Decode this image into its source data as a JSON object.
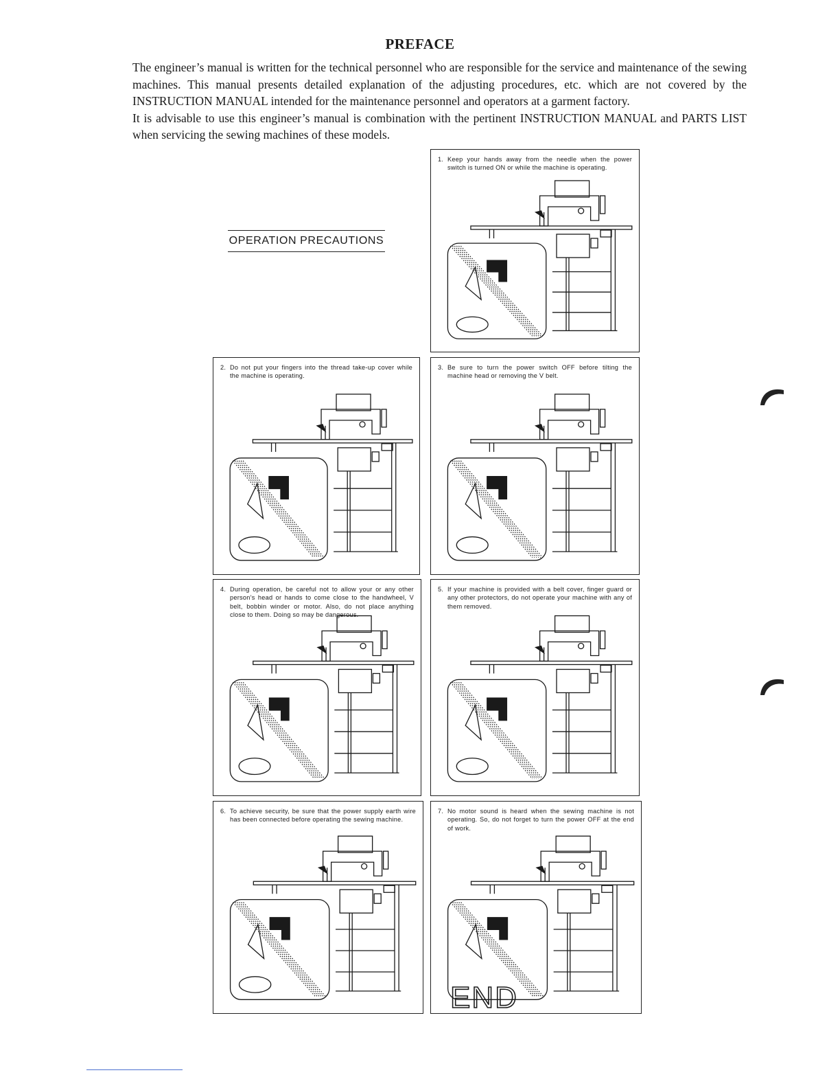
{
  "preface": {
    "title": "PREFACE",
    "paragraph_1": "The engineer’s manual is written for the technical personnel who are responsible for the service and maintenance of the sewing machines. This manual presents detailed explanation of the adjusting procedures, etc. which are not covered by the INSTRUCTION MANUAL intended for the maintenance personnel and operators at a garment factory.",
    "paragraph_2": "It is advisable to use this engineer’s manual is combination with the pertinent INSTRUCTION MANUAL and PARTS LIST when servicing the sewing machines of these models."
  },
  "section_heading": "OPERATION PRECAUTIONS",
  "precautions": [
    {
      "number": "1.",
      "text": "Keep your hands away from the needle when the power switch is turned ON or while the machine is operating."
    },
    {
      "number": "2.",
      "text": "Do not put your fingers into the thread take-up cover while the machine is operating."
    },
    {
      "number": "3.",
      "text": "Be sure to turn the power switch OFF before tilting the machine head or removing the V belt."
    },
    {
      "number": "4.",
      "text": "During operation, be careful not to allow your or any other person’s head or hands to come close to the handwheel, V belt, bobbin winder or motor. Also, do not place anything close to them. Doing so may be dangerous."
    },
    {
      "number": "5.",
      "text": "If your machine is provided with a belt cover, finger guard or any other protectors, do not operate your machine with any of them removed."
    },
    {
      "number": "6.",
      "text": "To achieve security, be sure that the power supply earth wire has been connected before operating the sewing machine."
    },
    {
      "number": "7.",
      "text": "No motor sound is heard when the sewing machine is not operating. So, do not forget to turn the power OFF at the end of work."
    }
  ],
  "end_sign": "END",
  "colors": {
    "ink": "#1a1a1a",
    "paper": "#ffffff"
  }
}
